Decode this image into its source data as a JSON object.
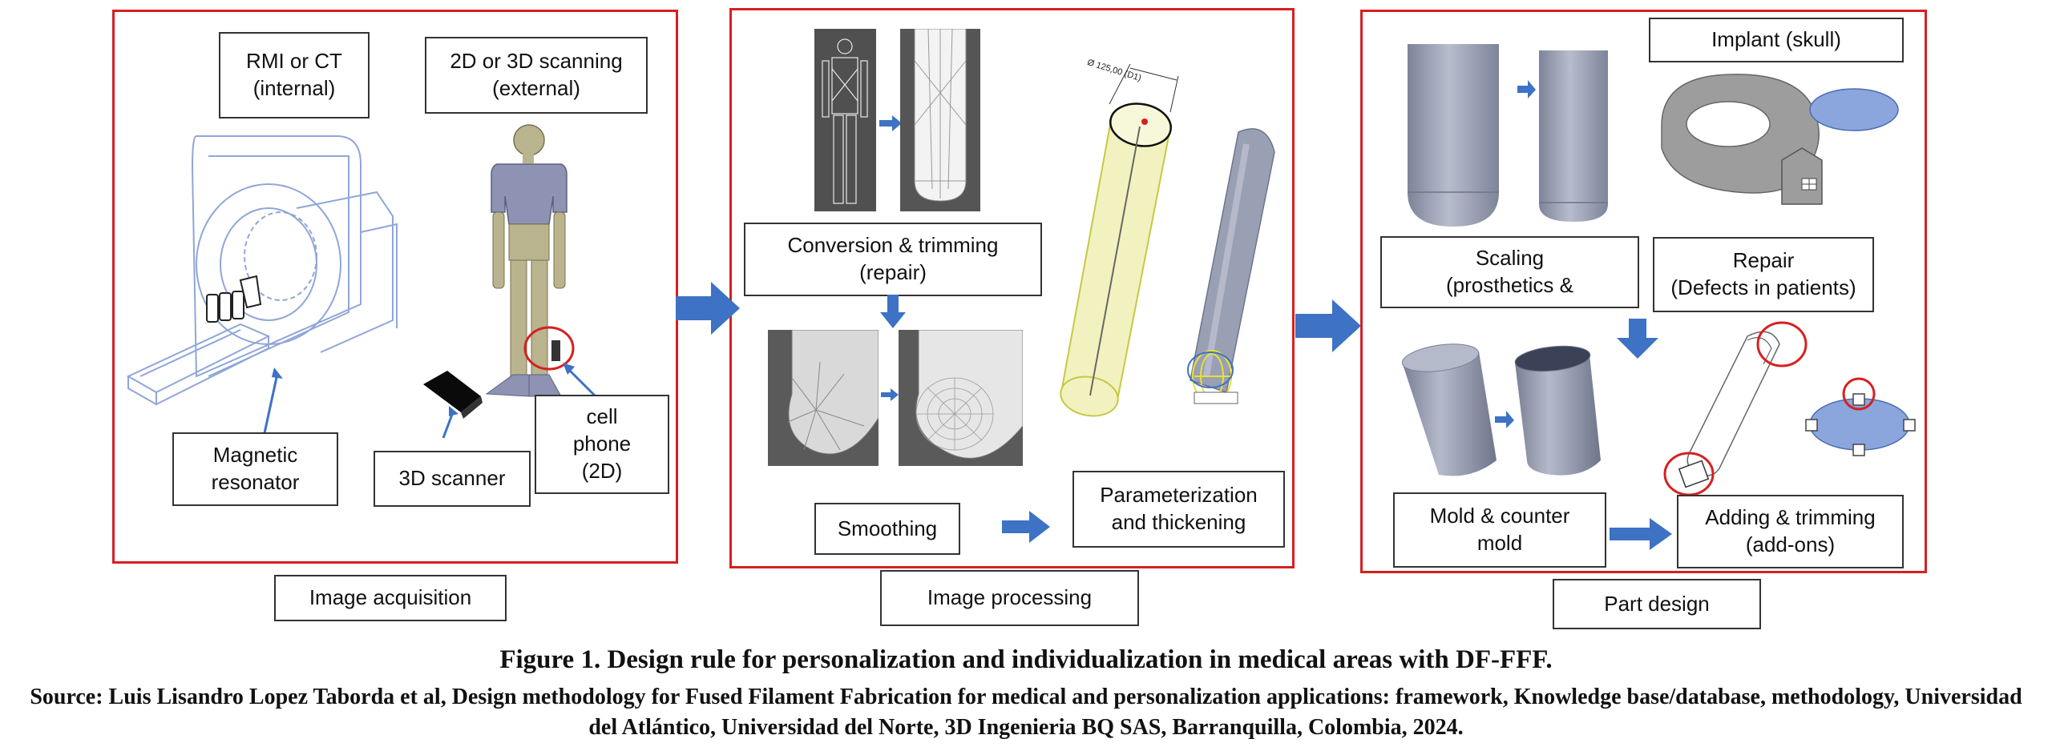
{
  "panels": {
    "acquisition": {
      "label": "Image acquisition",
      "rmi": "RMI or CT\n(internal)",
      "scanning": "2D or 3D scanning\n(external)",
      "resonator": "Magnetic\nresonator",
      "scanner3d": "3D scanner",
      "cellphone": "cell\nphone\n(2D)"
    },
    "processing": {
      "label": "Image processing",
      "conversion": "Conversion & trimming\n(repair)",
      "smoothing": "Smoothing",
      "parameterization": "Parameterization\nand thickening",
      "dim_text": "Ø 125,00",
      "dim_sub": "(D1)"
    },
    "design": {
      "label": "Part design",
      "implant": "Implant (skull)",
      "scaling": "Scaling\n(prosthetics &",
      "repair": "Repair\n(Defects in patients)",
      "mold": "Mold & counter\nmold",
      "adding": "Adding & trimming\n(add-ons)"
    }
  },
  "caption": {
    "title": "Figure 1. Design rule for personalization and individualization in medical areas with DF-FFF.",
    "source": "Source: Luis Lisandro Lopez Taborda et al, Design methodology for Fused Filament Fabrication for medical and personalization applications: framework, Knowledge base/database, methodology, Universidad del Atlántico, Universidad del Norte, 3D Ingenieria BQ SAS, Barranquilla, Colombia, 2024."
  },
  "colors": {
    "frame": "#d62020",
    "arrow": "#3d72c4",
    "mannequin": "#b9b48e",
    "shirt": "#8e93b3",
    "gray_cylinder": "#9aa0b4",
    "yellow_cylinder": "#f1f2c0",
    "blue_shape": "#8aa6dd"
  }
}
